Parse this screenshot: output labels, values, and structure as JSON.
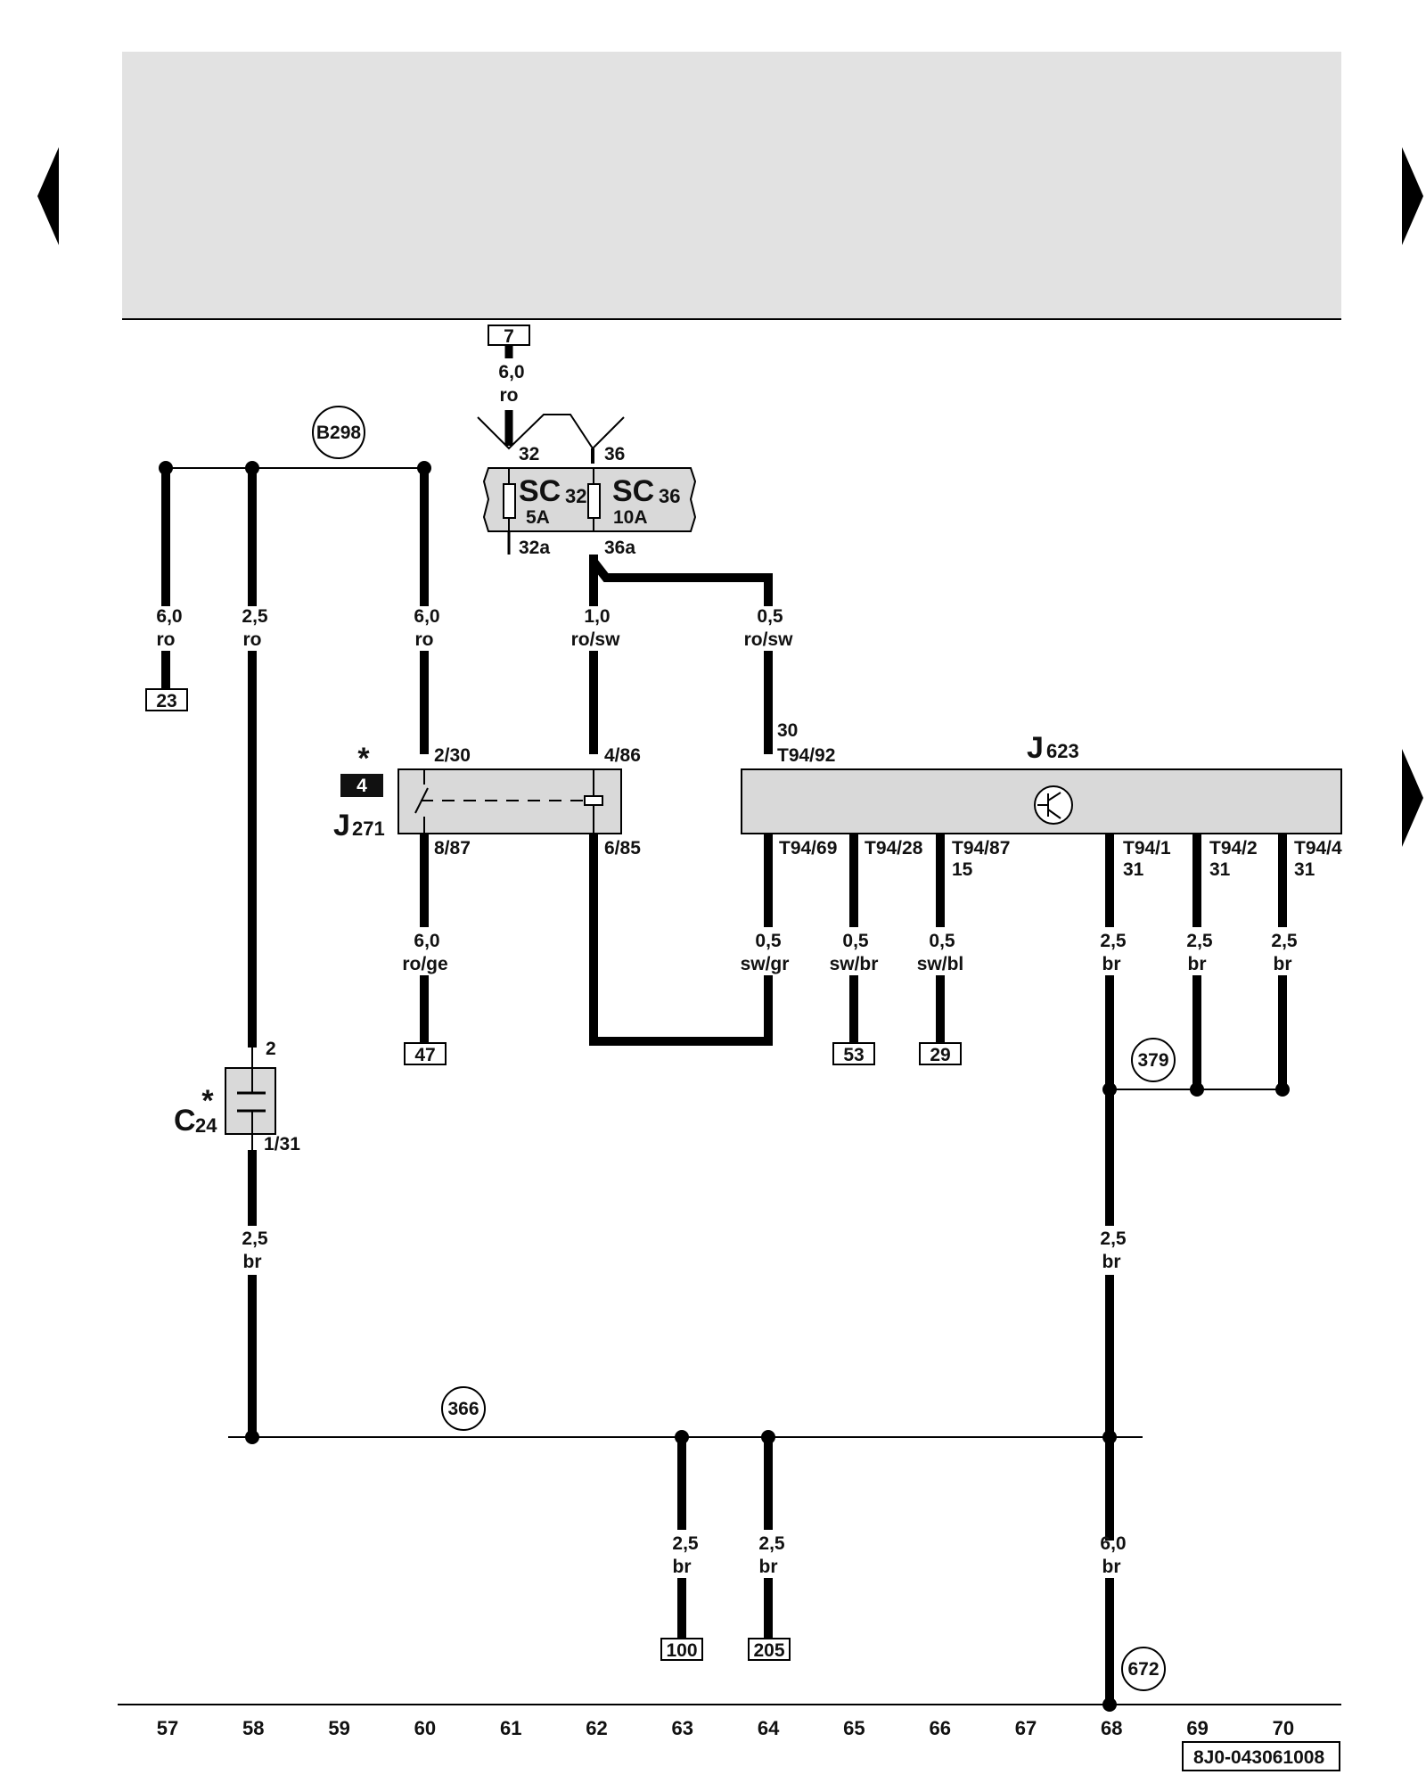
{
  "colors": {
    "header_band": "#e2e2e2",
    "component_fill": "#d9d9d9",
    "wire": "#000000",
    "background": "#ffffff"
  },
  "icons": {
    "nav_prev": "triangle-left-icon",
    "nav_next": "triangle-right-icon",
    "ground_mark": "circle-number-icon"
  },
  "refs": {
    "r7": "7",
    "r23": "23",
    "r47": "47",
    "r53": "53",
    "r29": "29",
    "r100": "100",
    "r205": "205"
  },
  "nodes": {
    "b298": "B298",
    "n379": "379",
    "n366": "366",
    "n672": "672"
  },
  "wires": {
    "w_top": {
      "size": "6,0",
      "color": "ro"
    },
    "w57": {
      "size": "6,0",
      "color": "ro"
    },
    "w58": {
      "size": "2,5",
      "color": "ro"
    },
    "w60": {
      "size": "6,0",
      "color": "ro"
    },
    "w62": {
      "size": "1,0",
      "color": "ro/sw"
    },
    "w64": {
      "size": "0,5",
      "color": "ro/sw"
    },
    "w60b": {
      "size": "6,0",
      "color": "ro/ge"
    },
    "w64b": {
      "size": "0,5",
      "color": "sw/gr"
    },
    "w65": {
      "size": "0,5",
      "color": "sw/br"
    },
    "w66": {
      "size": "0,5",
      "color": "sw/bl"
    },
    "w68": {
      "size": "2,5",
      "color": "br"
    },
    "w69": {
      "size": "2,5",
      "color": "br"
    },
    "w70": {
      "size": "2,5",
      "color": "br"
    },
    "w58b": {
      "size": "2,5",
      "color": "br"
    },
    "w68b": {
      "size": "2,5",
      "color": "br"
    },
    "w63": {
      "size": "2,5",
      "color": "br"
    },
    "w64c": {
      "size": "2,5",
      "color": "br"
    },
    "w68c": {
      "size": "6,0",
      "color": "br"
    }
  },
  "fuses": {
    "sc32": {
      "name": "SC",
      "sub": "32",
      "rating": "5A",
      "pin_in": "32",
      "pin_out": "32a"
    },
    "sc36": {
      "name": "SC",
      "sub": "36",
      "rating": "10A",
      "pin_in": "36",
      "pin_out": "36a"
    }
  },
  "j271": {
    "name": "J",
    "sub": "271",
    "star": "*",
    "badge": "4",
    "pin_2_30": "2/30",
    "pin_4_86": "4/86",
    "pin_8_87": "8/87",
    "pin_6_85": "6/85"
  },
  "j623": {
    "name": "J",
    "sub": "623",
    "pin_30": "30",
    "pin_t94_92": "T94/92",
    "pin_t94_69": "T94/69",
    "pin_t94_28": "T94/28",
    "pin_t94_87": "T94/87",
    "pin_15": "15",
    "pin_t94_1": "T94/1",
    "pin_t94_2": "T94/2",
    "pin_t94_4": "T94/4",
    "pin_31a": "31",
    "pin_31b": "31",
    "pin_31c": "31"
  },
  "c24": {
    "name": "C",
    "sub": "24",
    "star": "*",
    "pin_2": "2",
    "pin_1_31": "1/31"
  },
  "axis": {
    "labels": [
      "57",
      "58",
      "59",
      "60",
      "61",
      "62",
      "63",
      "64",
      "65",
      "66",
      "67",
      "68",
      "69",
      "70"
    ]
  },
  "footer": {
    "code": "8J0-043061008"
  }
}
